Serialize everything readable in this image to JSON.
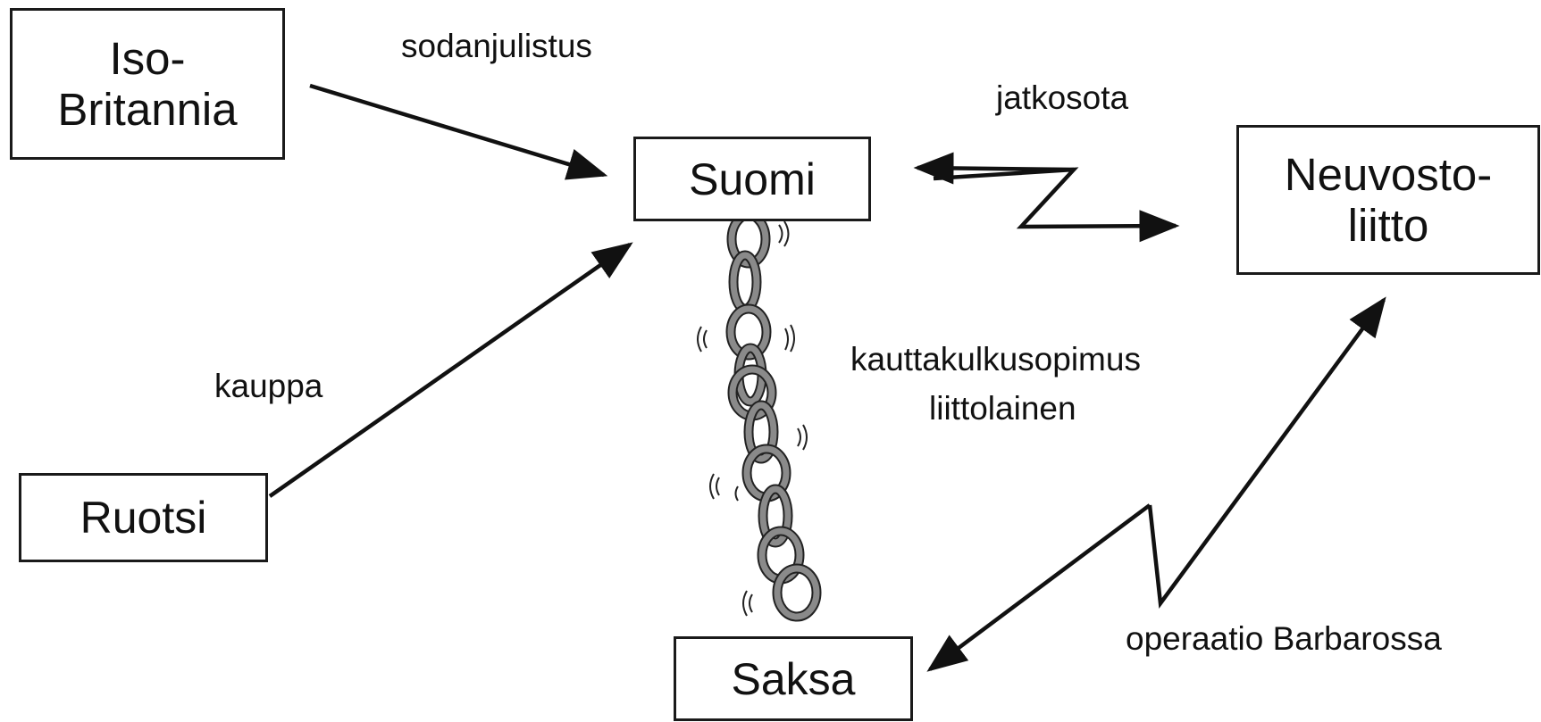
{
  "nodes": {
    "iso_britannia": {
      "line1": "Iso-",
      "line2": "Britannia"
    },
    "suomi": {
      "label": "Suomi"
    },
    "neuvostoliitto": {
      "line1": "Neuvosto-",
      "line2": "liitto"
    },
    "ruotsi": {
      "label": "Ruotsi"
    },
    "saksa": {
      "label": "Saksa"
    }
  },
  "relations": {
    "sodanjulistus": "sodanjulistus",
    "jatkosota": "jatkosota",
    "kauppa": "kauppa",
    "kauttakulkusopimus": "kauttakulkusopimus",
    "liittolainen": "liittolainen",
    "operaatio_barbarossa": "operaatio Barbarossa"
  },
  "icons": {
    "alliance": "chain-icon",
    "conflict": "lightning-arrow-icon",
    "relation": "arrow-icon"
  },
  "colors": {
    "line": "#111111",
    "chain_fill": "#8a8a8a",
    "chain_outline": "#222222"
  }
}
